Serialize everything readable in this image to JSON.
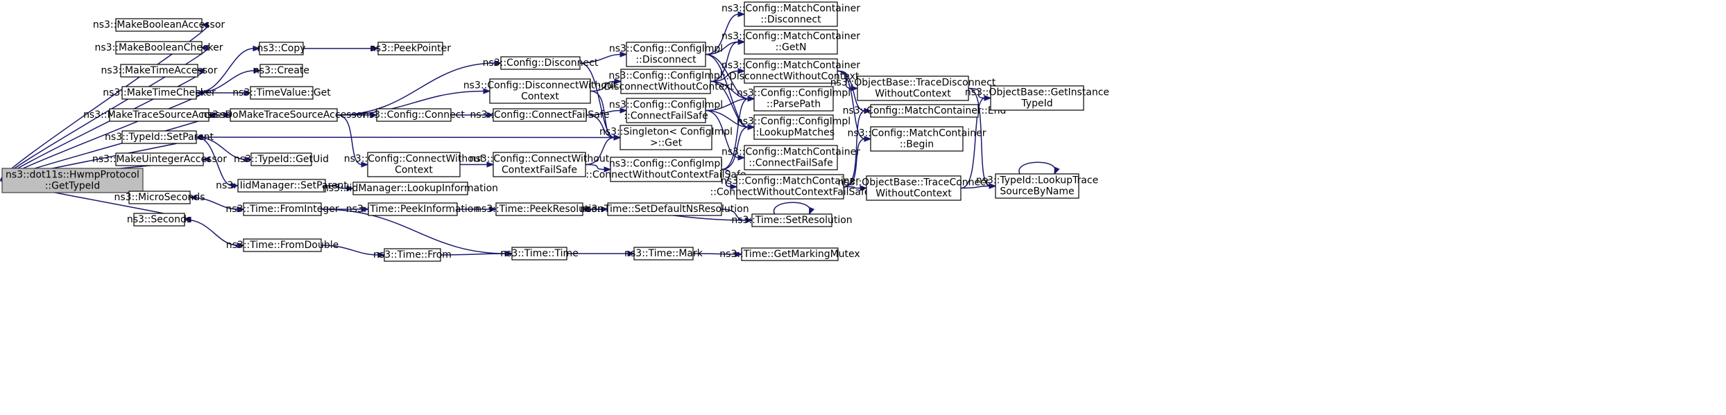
{
  "graph": {
    "root": "ns3::dot11s::HwmpProtocol::GetTypeId",
    "nodes": [
      {
        "id": "root",
        "lines": [
          "ns3::dot11s::HwmpProtocol",
          "::GetTypeId"
        ]
      },
      {
        "id": "MakeBooleanAccessor",
        "lines": [
          "ns3::MakeBooleanAccessor"
        ]
      },
      {
        "id": "MakeBooleanChecker",
        "lines": [
          "ns3::MakeBooleanChecker"
        ]
      },
      {
        "id": "MakeTimeAccessor",
        "lines": [
          "ns3::MakeTimeAccessor"
        ]
      },
      {
        "id": "MakeTimeChecker",
        "lines": [
          "ns3::MakeTimeChecker"
        ]
      },
      {
        "id": "MakeTraceSourceAccessor",
        "lines": [
          "ns3::MakeTraceSourceAccessor"
        ]
      },
      {
        "id": "TypeIdSetParent",
        "lines": [
          "ns3::TypeId::SetParent"
        ]
      },
      {
        "id": "MakeUintegerAccessor",
        "lines": [
          "ns3::MakeUintegerAccessor"
        ]
      },
      {
        "id": "MicroSeconds",
        "lines": [
          "ns3::MicroSeconds"
        ]
      },
      {
        "id": "Seconds",
        "lines": [
          "ns3::Seconds"
        ]
      },
      {
        "id": "Copy",
        "lines": [
          "ns3::Copy"
        ]
      },
      {
        "id": "Create",
        "lines": [
          "ns3::Create"
        ]
      },
      {
        "id": "TimeValueGet",
        "lines": [
          "ns3::TimeValue::Get"
        ]
      },
      {
        "id": "DoMakeTraceSourceAccessor",
        "lines": [
          "ns3::DoMakeTraceSourceAccessor"
        ]
      },
      {
        "id": "TypeIdGetUid",
        "lines": [
          "ns3::TypeId::GetUid"
        ]
      },
      {
        "id": "IidManagerSetParent",
        "lines": [
          "ns3::IidManager::SetParent"
        ]
      },
      {
        "id": "TimeFromInteger",
        "lines": [
          "ns3::Time::FromInteger"
        ]
      },
      {
        "id": "TimeFromDouble",
        "lines": [
          "ns3::Time::FromDouble"
        ]
      },
      {
        "id": "PeekPointer",
        "lines": [
          "ns3::PeekPointer"
        ]
      },
      {
        "id": "ConfigConnect",
        "lines": [
          "ns3::Config::Connect"
        ]
      },
      {
        "id": "ConfigConnectWithoutContext",
        "lines": [
          "ns3::Config::ConnectWithout",
          "Context"
        ]
      },
      {
        "id": "IidManagerLookupInformation",
        "lines": [
          "ns3::IidManager::LookupInformation"
        ]
      },
      {
        "id": "TimePeekInformation",
        "lines": [
          "ns3::Time::PeekInformation"
        ]
      },
      {
        "id": "TimeFrom",
        "lines": [
          "ns3::Time::From"
        ]
      },
      {
        "id": "ConfigDisconnect",
        "lines": [
          "ns3::Config::Disconnect"
        ]
      },
      {
        "id": "ConfigDisconnectWithoutContext",
        "lines": [
          "ns3::Config::DisconnectWithout",
          "Context"
        ]
      },
      {
        "id": "ConfigConnectFailSafe",
        "lines": [
          "ns3::Config::ConnectFailSafe"
        ]
      },
      {
        "id": "ConfigConnectWithoutContextFailSafe",
        "lines": [
          "ns3::Config::ConnectWithout",
          "ContextFailSafe"
        ]
      },
      {
        "id": "TimePeekResolution",
        "lines": [
          "ns3::Time::PeekResolution"
        ]
      },
      {
        "id": "TimeTime",
        "lines": [
          "ns3::Time::Time"
        ]
      },
      {
        "id": "ConfigImplDisconnect",
        "lines": [
          "ns3::Config::ConfigImpl",
          "::Disconnect"
        ]
      },
      {
        "id": "ConfigImplDisconnectWithoutContext",
        "lines": [
          "ns3::Config::ConfigImpl",
          "::DisconnectWithoutContext"
        ]
      },
      {
        "id": "ConfigImplConnectFailSafe",
        "lines": [
          "ns3::Config::ConfigImpl",
          "::ConnectFailSafe"
        ]
      },
      {
        "id": "SingletonGet",
        "lines": [
          "ns3::Singleton< ConfigImpl",
          " >::Get"
        ]
      },
      {
        "id": "ConfigImplConnectWithoutContextFailSafe",
        "lines": [
          "ns3::Config::ConfigImpl",
          "::ConnectWithoutContextFailSafe"
        ]
      },
      {
        "id": "TimeSetDefaultNsResolution",
        "lines": [
          "ns3::Time::SetDefaultNsResolution"
        ]
      },
      {
        "id": "TimeMark",
        "lines": [
          "ns3::Time::Mark"
        ]
      },
      {
        "id": "MCDisconnect",
        "lines": [
          "ns3::Config::MatchContainer",
          "::Disconnect"
        ]
      },
      {
        "id": "MCGetN",
        "lines": [
          "ns3::Config::MatchContainer",
          "::GetN"
        ]
      },
      {
        "id": "MCDisconnectWithoutContext",
        "lines": [
          "ns3::Config::MatchContainer",
          "::DisconnectWithoutContext"
        ]
      },
      {
        "id": "ConfigImplParsePath",
        "lines": [
          "ns3::Config::ConfigImpl",
          "::ParsePath"
        ]
      },
      {
        "id": "ConfigImplLookupMatches",
        "lines": [
          "ns3::Config::ConfigImpl",
          "::LookupMatches"
        ]
      },
      {
        "id": "MCConnectFailSafe",
        "lines": [
          "ns3::Config::MatchContainer",
          "::ConnectFailSafe"
        ]
      },
      {
        "id": "MCConnectWithoutContextFailSafe",
        "lines": [
          "ns3::Config::MatchContainer",
          "::ConnectWithoutContextFailSafe"
        ]
      },
      {
        "id": "TimeSetResolution",
        "lines": [
          "ns3::Time::SetResolution"
        ]
      },
      {
        "id": "TimeGetMarkingMutex",
        "lines": [
          "ns3::Time::GetMarkingMutex"
        ]
      },
      {
        "id": "MCEnd",
        "lines": [
          "ns3::Config::MatchContainer::End"
        ]
      },
      {
        "id": "MCBegin",
        "lines": [
          "ns3::Config::MatchContainer",
          "::Begin"
        ]
      },
      {
        "id": "ObjBaseTraceDisconnectWithoutContext",
        "lines": [
          "ns3::ObjectBase::TraceDisconnect",
          "WithoutContext"
        ]
      },
      {
        "id": "ObjBaseTraceConnectWithoutContext",
        "lines": [
          "ns3::ObjectBase::TraceConnect",
          "WithoutContext"
        ]
      },
      {
        "id": "ObjBaseGetInstanceTypeId",
        "lines": [
          "ns3::ObjectBase::GetInstance",
          "TypeId"
        ]
      },
      {
        "id": "TypeIdLookupTraceSourceByName",
        "lines": [
          "ns3::TypeId::LookupTrace",
          "SourceByName"
        ]
      }
    ],
    "edges": [
      [
        "root",
        "MakeBooleanAccessor"
      ],
      [
        "root",
        "MakeBooleanChecker"
      ],
      [
        "root",
        "MakeTimeAccessor"
      ],
      [
        "root",
        "MakeTimeChecker"
      ],
      [
        "root",
        "MakeTraceSourceAccessor"
      ],
      [
        "root",
        "TypeIdSetParent"
      ],
      [
        "root",
        "MakeUintegerAccessor"
      ],
      [
        "root",
        "MicroSeconds"
      ],
      [
        "root",
        "Seconds"
      ],
      [
        "MakeTimeChecker",
        "Copy"
      ],
      [
        "MakeTimeChecker",
        "Create"
      ],
      [
        "MakeTimeChecker",
        "TimeValueGet"
      ],
      [
        "Copy",
        "PeekPointer"
      ],
      [
        "MakeTraceSourceAccessor",
        "DoMakeTraceSourceAccessor"
      ],
      [
        "DoMakeTraceSourceAccessor",
        "ConfigDisconnect"
      ],
      [
        "DoMakeTraceSourceAccessor",
        "ConfigDisconnectWithoutContext"
      ],
      [
        "DoMakeTraceSourceAccessor",
        "ConfigConnect"
      ],
      [
        "DoMakeTraceSourceAccessor",
        "ConfigConnectWithoutContext"
      ],
      [
        "TypeIdSetParent",
        "SingletonGet"
      ],
      [
        "TypeIdSetParent",
        "TypeIdGetUid"
      ],
      [
        "TypeIdSetParent",
        "IidManagerSetParent"
      ],
      [
        "IidManagerSetParent",
        "IidManagerLookupInformation"
      ],
      [
        "MicroSeconds",
        "TimeFromInteger"
      ],
      [
        "Seconds",
        "TimeFromDouble"
      ],
      [
        "TimeFromInteger",
        "TimePeekInformation"
      ],
      [
        "TimeFromInteger",
        "TimeTime"
      ],
      [
        "TimeFromDouble",
        "TimeFrom"
      ],
      [
        "TimeFrom",
        "TimeTime"
      ],
      [
        "TimePeekInformation",
        "TimePeekResolution"
      ],
      [
        "TimePeekResolution",
        "TimeSetDefaultNsResolution"
      ],
      [
        "TimeSetDefaultNsResolution",
        "TimeSetResolution"
      ],
      [
        "TimeSetResolution",
        "TimePeekResolution"
      ],
      [
        "TimeSetResolution",
        "TimeSetResolution"
      ],
      [
        "TimeTime",
        "TimeMark"
      ],
      [
        "TimeMark",
        "TimeGetMarkingMutex"
      ],
      [
        "ConfigConnect",
        "ConfigConnectFailSafe"
      ],
      [
        "ConfigConnectWithoutContext",
        "ConfigConnectWithoutContextFailSafe"
      ],
      [
        "ConfigDisconnect",
        "ConfigImplDisconnect"
      ],
      [
        "ConfigDisconnect",
        "SingletonGet"
      ],
      [
        "ConfigDisconnectWithoutContext",
        "ConfigImplDisconnectWithoutContext"
      ],
      [
        "ConfigDisconnectWithoutContext",
        "SingletonGet"
      ],
      [
        "ConfigConnectFailSafe",
        "ConfigImplConnectFailSafe"
      ],
      [
        "ConfigConnectFailSafe",
        "SingletonGet"
      ],
      [
        "ConfigConnectWithoutContextFailSafe",
        "SingletonGet"
      ],
      [
        "ConfigConnectWithoutContextFailSafe",
        "ConfigImplConnectWithoutContextFailSafe"
      ],
      [
        "ConfigImplDisconnect",
        "MCDisconnect"
      ],
      [
        "ConfigImplDisconnect",
        "MCGetN"
      ],
      [
        "ConfigImplDisconnect",
        "ConfigImplParsePath"
      ],
      [
        "ConfigImplDisconnect",
        "ConfigImplLookupMatches"
      ],
      [
        "ConfigImplDisconnectWithoutContext",
        "MCGetN"
      ],
      [
        "ConfigImplDisconnectWithoutContext",
        "MCDisconnectWithoutContext"
      ],
      [
        "ConfigImplDisconnectWithoutContext",
        "ConfigImplParsePath"
      ],
      [
        "ConfigImplDisconnectWithoutContext",
        "ConfigImplLookupMatches"
      ],
      [
        "ConfigImplConnectFailSafe",
        "ConfigImplParsePath"
      ],
      [
        "ConfigImplConnectFailSafe",
        "ConfigImplLookupMatches"
      ],
      [
        "ConfigImplConnectFailSafe",
        "MCConnectFailSafe"
      ],
      [
        "ConfigImplConnectWithoutContextFailSafe",
        "ConfigImplParsePath"
      ],
      [
        "ConfigImplConnectWithoutContextFailSafe",
        "ConfigImplLookupMatches"
      ],
      [
        "ConfigImplConnectWithoutContextFailSafe",
        "MCConnectWithoutContextFailSafe"
      ],
      [
        "MCDisconnectWithoutContext",
        "MCEnd"
      ],
      [
        "MCDisconnectWithoutContext",
        "MCBegin"
      ],
      [
        "MCDisconnectWithoutContext",
        "ObjBaseTraceDisconnectWithoutContext"
      ],
      [
        "MCConnectWithoutContextFailSafe",
        "MCEnd"
      ],
      [
        "MCConnectWithoutContextFailSafe",
        "MCBegin"
      ],
      [
        "MCConnectWithoutContextFailSafe",
        "ObjBaseTraceConnectWithoutContext"
      ],
      [
        "ObjBaseTraceDisconnectWithoutContext",
        "ObjBaseGetInstanceTypeId"
      ],
      [
        "ObjBaseTraceDisconnectWithoutContext",
        "TypeIdLookupTraceSourceByName"
      ],
      [
        "ObjBaseTraceConnectWithoutContext",
        "ObjBaseGetInstanceTypeId"
      ],
      [
        "ObjBaseTraceConnectWithoutContext",
        "TypeIdLookupTraceSourceByName"
      ],
      [
        "TypeIdLookupTraceSourceByName",
        "TypeIdLookupTraceSourceByName"
      ]
    ],
    "colors": {
      "edge": "#191970",
      "node_border": "#000000",
      "root_fill": "#bfbfbf",
      "node_fill": "#ffffff"
    }
  }
}
